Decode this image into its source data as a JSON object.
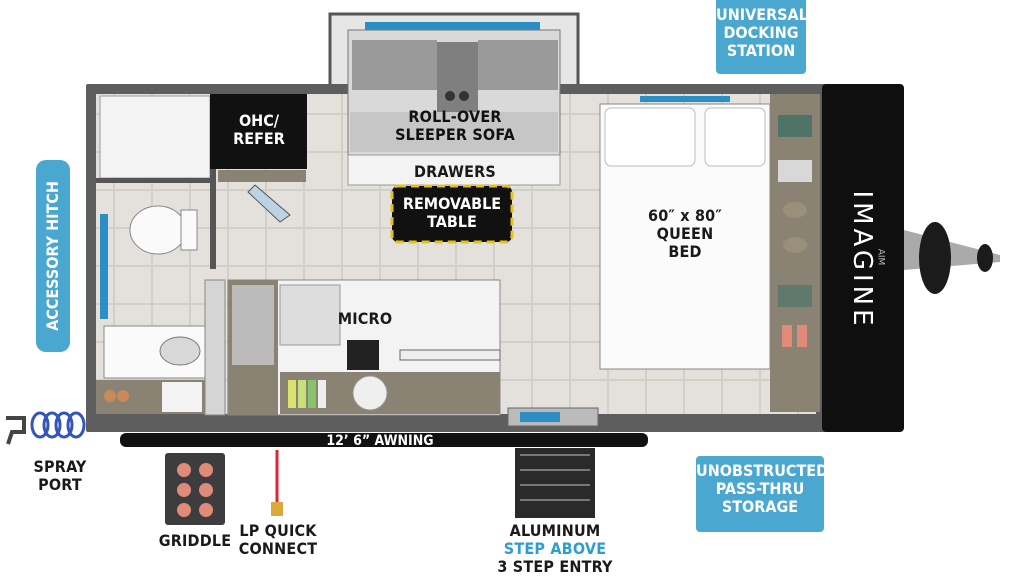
{
  "labels": {
    "ohc_refer": "OHC/\nREFER",
    "sofa": "ROLL-OVER\nSLEEPER SOFA",
    "drawers": "DRAWERS",
    "table": "REMOVABLE\nTABLE",
    "bed": "60″ x 80″\nQUEEN\nBED",
    "micro": "MICRO",
    "awning": "12’ 6” AWNING",
    "spray_port": "SPRAY\nPORT",
    "griddle": "GRIDDLE",
    "lp_quick_connect": "LP QUICK\nCONNECT",
    "entry_line1": "ALUMINUM",
    "entry_line2": "STEP ABOVE",
    "entry_line3": "3 STEP ENTRY",
    "brand": "IMAGINE",
    "brand_sub": "AIM"
  },
  "callouts": {
    "docking": "UNIVERSAL\nDOCKING\nSTATION",
    "hitch": "ACCESSORY HITCH",
    "storage": "UNOBSTRUCTED\nPASS-THRU\nSTORAGE"
  },
  "colors": {
    "callout_blue": "#4aa7cf",
    "accent_blue": "#2f9dd0",
    "floor": "#e6e3de",
    "wall": "#5a5a5a",
    "cabinet": "#8a8272",
    "table_border": "#e3c21a"
  }
}
